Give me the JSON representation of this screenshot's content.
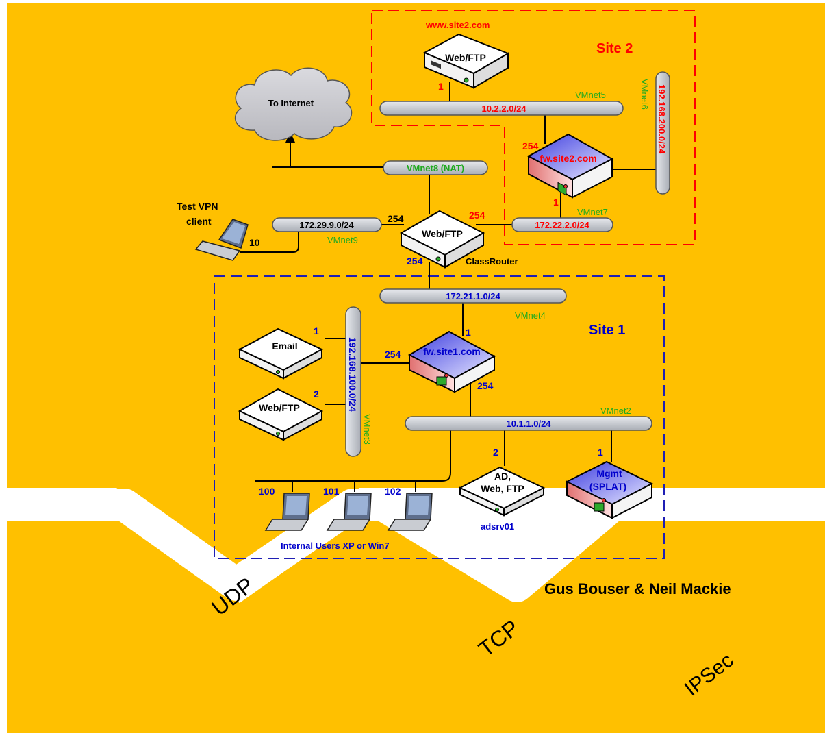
{
  "colors": {
    "background": "#FFC000",
    "site2_border": "#FF0000",
    "site1_border": "#1F1FB4",
    "red_text": "#FF0000",
    "blue_text": "#0000CC",
    "green_text": "#1FAA1F",
    "black_text": "#000000",
    "segment_fill": "#D0D3D8",
    "cloud_fill": "#C9C9CC"
  },
  "sites": {
    "site2_title": "Site 2",
    "site1_title": "Site 1",
    "site2_url": "www.site2.com"
  },
  "cloud": {
    "label": "To Internet",
    "icon": "cloud-icon"
  },
  "segments": {
    "net_10_2": "10.2.2.0/24",
    "net_192_200": "192.168.200.0/24",
    "nat": "VMnet8 (NAT)",
    "net_172_29": "172.29.9.0/24",
    "net_172_22": "172.22.2.0/24",
    "net_172_21": "172.21.1.0/24",
    "net_192_100": "192.168.100.0/24",
    "net_10_1": "10.1.1.0/24"
  },
  "vmnets": {
    "vmnet5": "VMnet5",
    "vmnet6": "VMnet6",
    "vmnet7": "VMnet7",
    "vmnet9": "VMnet9",
    "vmnet4": "VMnet4",
    "vmnet3": "VMnet3",
    "vmnet2": "VMnet2"
  },
  "devices": {
    "site2_web": "Web/FTP",
    "fw_site2": "fw.site2.com",
    "class_router": "Web/FTP",
    "class_router_name": "ClassRouter",
    "fw_site1": "fw.site1.com",
    "email": "Email",
    "site1_web": "Web/FTP",
    "ad_line1": "AD,",
    "ad_line2": "Web, FTP",
    "ad_name": "adsrv01",
    "mgmt_line1": "Mgmt",
    "mgmt_line2": "(SPLAT)",
    "vpn_line1": "Test VPN",
    "vpn_line2": "client"
  },
  "hosts": {
    "site2_web": "1",
    "fw2_top": "254",
    "fw2_bottom": "1",
    "router_left": "254",
    "router_right": "254",
    "router_bottom": "254",
    "vpn": "10",
    "fw1_top": "1",
    "fw1_left": "254",
    "fw1_bottom": "254",
    "email": "1",
    "site1_web": "2",
    "ad": "2",
    "mgmt": "1",
    "user_100": "100",
    "user_101": "101",
    "user_102": "102"
  },
  "users_caption": "Internal Users XP or Win7",
  "credits": "Gus Bouser & Neil Mackie",
  "banner": {
    "udp": "UDP",
    "tcp": "TCP",
    "ipsec": "IPSec"
  }
}
